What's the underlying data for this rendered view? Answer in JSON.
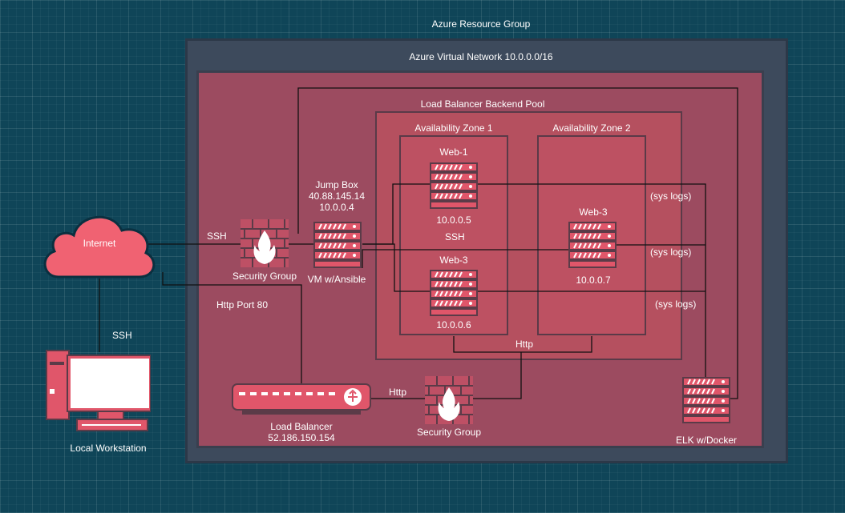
{
  "diagram": {
    "resource_group": "Azure Resource Group",
    "virtual_network": "Azure Virtual Network 10.0.0.0/16",
    "backend_pool": "Load Balancer Backend Pool",
    "zone1": "Availability Zone 1",
    "zone2": "Availability Zone 2",
    "internet": "Internet",
    "ssh_top": "SSH",
    "ssh_left": "SSH",
    "ssh_mid": "SSH",
    "http_port": "Http Port 80",
    "http_lb": "Http",
    "http_bottom": "Http",
    "local_workstation": "Local Workstation",
    "security_group_1": "Security Group",
    "security_group_2": "Security Group",
    "jumpbox": {
      "name": "Jump Box",
      "public_ip": "40.88.145.14",
      "private_ip": "10.0.0.4",
      "caption": "VM w/Ansible"
    },
    "web1": {
      "name": "Web-1",
      "ip": "10.0.0.5"
    },
    "web3_zone1": {
      "name": "Web-3",
      "ip": "10.0.0.6"
    },
    "web3_zone2": {
      "name": "Web-3",
      "ip": "10.0.0.7"
    },
    "load_balancer": {
      "name": "Load Balancer",
      "ip": "52.186.150.154"
    },
    "elk": "ELK w/Docker",
    "sys_logs_1": "(sys logs)",
    "sys_logs_2": "(sys logs)",
    "sys_logs_3": "(sys logs)"
  },
  "colors": {
    "background": "#0f4558",
    "vnet_fill": "#3d4a5c",
    "subnet_fill": "#9c4b60",
    "pool_fill": "#b5505f",
    "icon_fill": "#e0566a",
    "cloud_fill": "#f06272"
  },
  "icons": [
    "cloud-icon",
    "firewall-icon",
    "server-icon",
    "load-balancer-icon",
    "workstation-icon"
  ]
}
